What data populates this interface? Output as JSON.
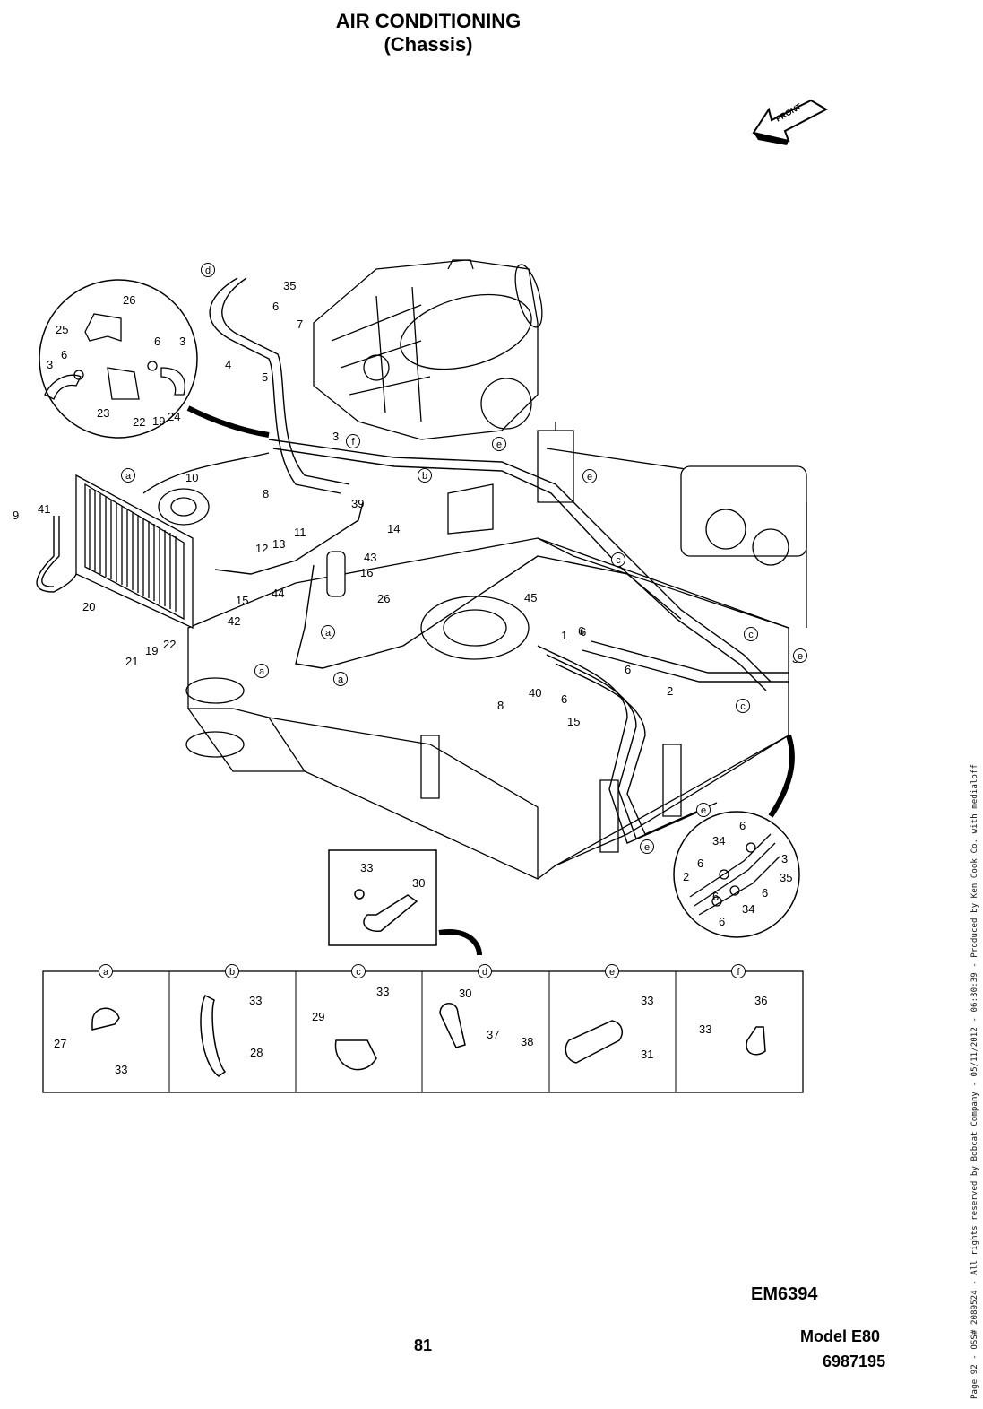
{
  "header": {
    "title": "AIR CONDITIONING",
    "subtitle": "(Chassis)"
  },
  "front_arrow_label": "FRONT",
  "figure_code": "EM6394",
  "page_number": "81",
  "model": "Model E80",
  "part_number": "6987195",
  "side_note": "Page 92 - OSS# 2089524 - All rights reserved by Bobcat Company - 05/11/2012 - 06:30:39 - Produced by Ken Cook Co. with medialoff",
  "main_labels": [
    "35",
    "6",
    "7",
    "5",
    "4",
    "3",
    "8",
    "10",
    "11",
    "12",
    "13",
    "14",
    "39",
    "43",
    "16",
    "26",
    "15",
    "44",
    "42",
    "20",
    "9",
    "41",
    "21",
    "19",
    "22",
    "45",
    "1",
    "6",
    "6",
    "6",
    "2",
    "15",
    "8",
    "40",
    "3",
    "6"
  ],
  "main_letters": [
    "d",
    "a",
    "f",
    "e",
    "b",
    "e",
    "c",
    "c",
    "c",
    "a",
    "a",
    "a",
    "e",
    "e",
    "e"
  ],
  "inset_top_left": [
    "26",
    "25",
    "6",
    "3",
    "3",
    "6",
    "23",
    "22",
    "19",
    "24"
  ],
  "inset_right": [
    "6",
    "34",
    "3",
    "6",
    "35",
    "2",
    "6",
    "6",
    "34",
    "6"
  ],
  "inset_clip": [
    "33",
    "30"
  ],
  "detail_panels": [
    {
      "letter": "a",
      "labels": [
        "27",
        "33"
      ]
    },
    {
      "letter": "b",
      "labels": [
        "33",
        "28"
      ]
    },
    {
      "letter": "c",
      "labels": [
        "33",
        "29"
      ]
    },
    {
      "letter": "d",
      "labels": [
        "30",
        "37",
        "38"
      ]
    },
    {
      "letter": "e",
      "labels": [
        "33",
        "31"
      ]
    },
    {
      "letter": "f",
      "labels": [
        "36",
        "33"
      ]
    }
  ]
}
